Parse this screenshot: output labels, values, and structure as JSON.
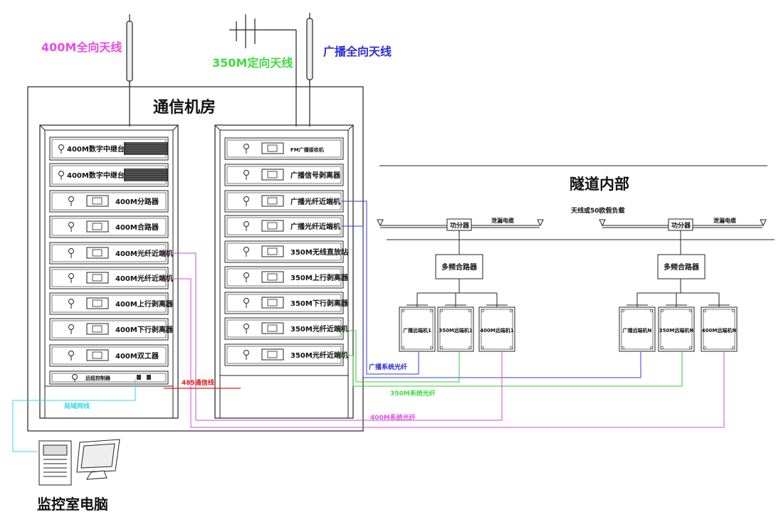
{
  "labels": {
    "antenna_400": "400M全向天线",
    "antenna_350": "350M定向天线",
    "antenna_broadcast": "广播全向天线",
    "room_title": "通信机房",
    "tunnel_title": "隧道内部",
    "monitor_title": "监控室电脑",
    "leaky_cable": "泄漏电缆",
    "antenna_or_load": "天线或50欧假负载",
    "splitter": "功分器",
    "combiner": "多频合路器",
    "fiber_broadcast": "广播系统光纤",
    "fiber_350": "350M系统光纤",
    "fiber_400": "400M系统光纤",
    "comm_485": "485通信线",
    "lan": "局域网线"
  },
  "rack_left": [
    "400M数字中继台",
    "400M数字中继台",
    "400M分路器",
    "400M合路器",
    "400M光纤近端机",
    "400M光纤近端机",
    "400M上行剥离器",
    "400M下行剥离器",
    "400M双工器",
    "远程控制器"
  ],
  "rack_right": [
    "FM广播接收机",
    "广播信号剥离器",
    "广播光纤近端机",
    "广播光纤近端机",
    "350M无线直放站",
    "350M上行剥离器",
    "350M下行剥离器",
    "350M光纤近端机",
    "350M光纤近端机"
  ],
  "remote_units_1": [
    "广播远端机1",
    "350M远端机1",
    "400M远端机1"
  ],
  "remote_units_n": [
    "广播远端机N",
    "350M远端机N",
    "400M远端机N"
  ],
  "colors": {
    "magenta": "#e64ce6",
    "green": "#3ddc3d",
    "blue": "#2b2bd9",
    "cyan": "#3ad6e0",
    "red": "#e01b1b",
    "pink_line": "#d34bd3",
    "blue_line": "#3a3ad8",
    "green_line": "#39c939",
    "black": "#111111"
  }
}
